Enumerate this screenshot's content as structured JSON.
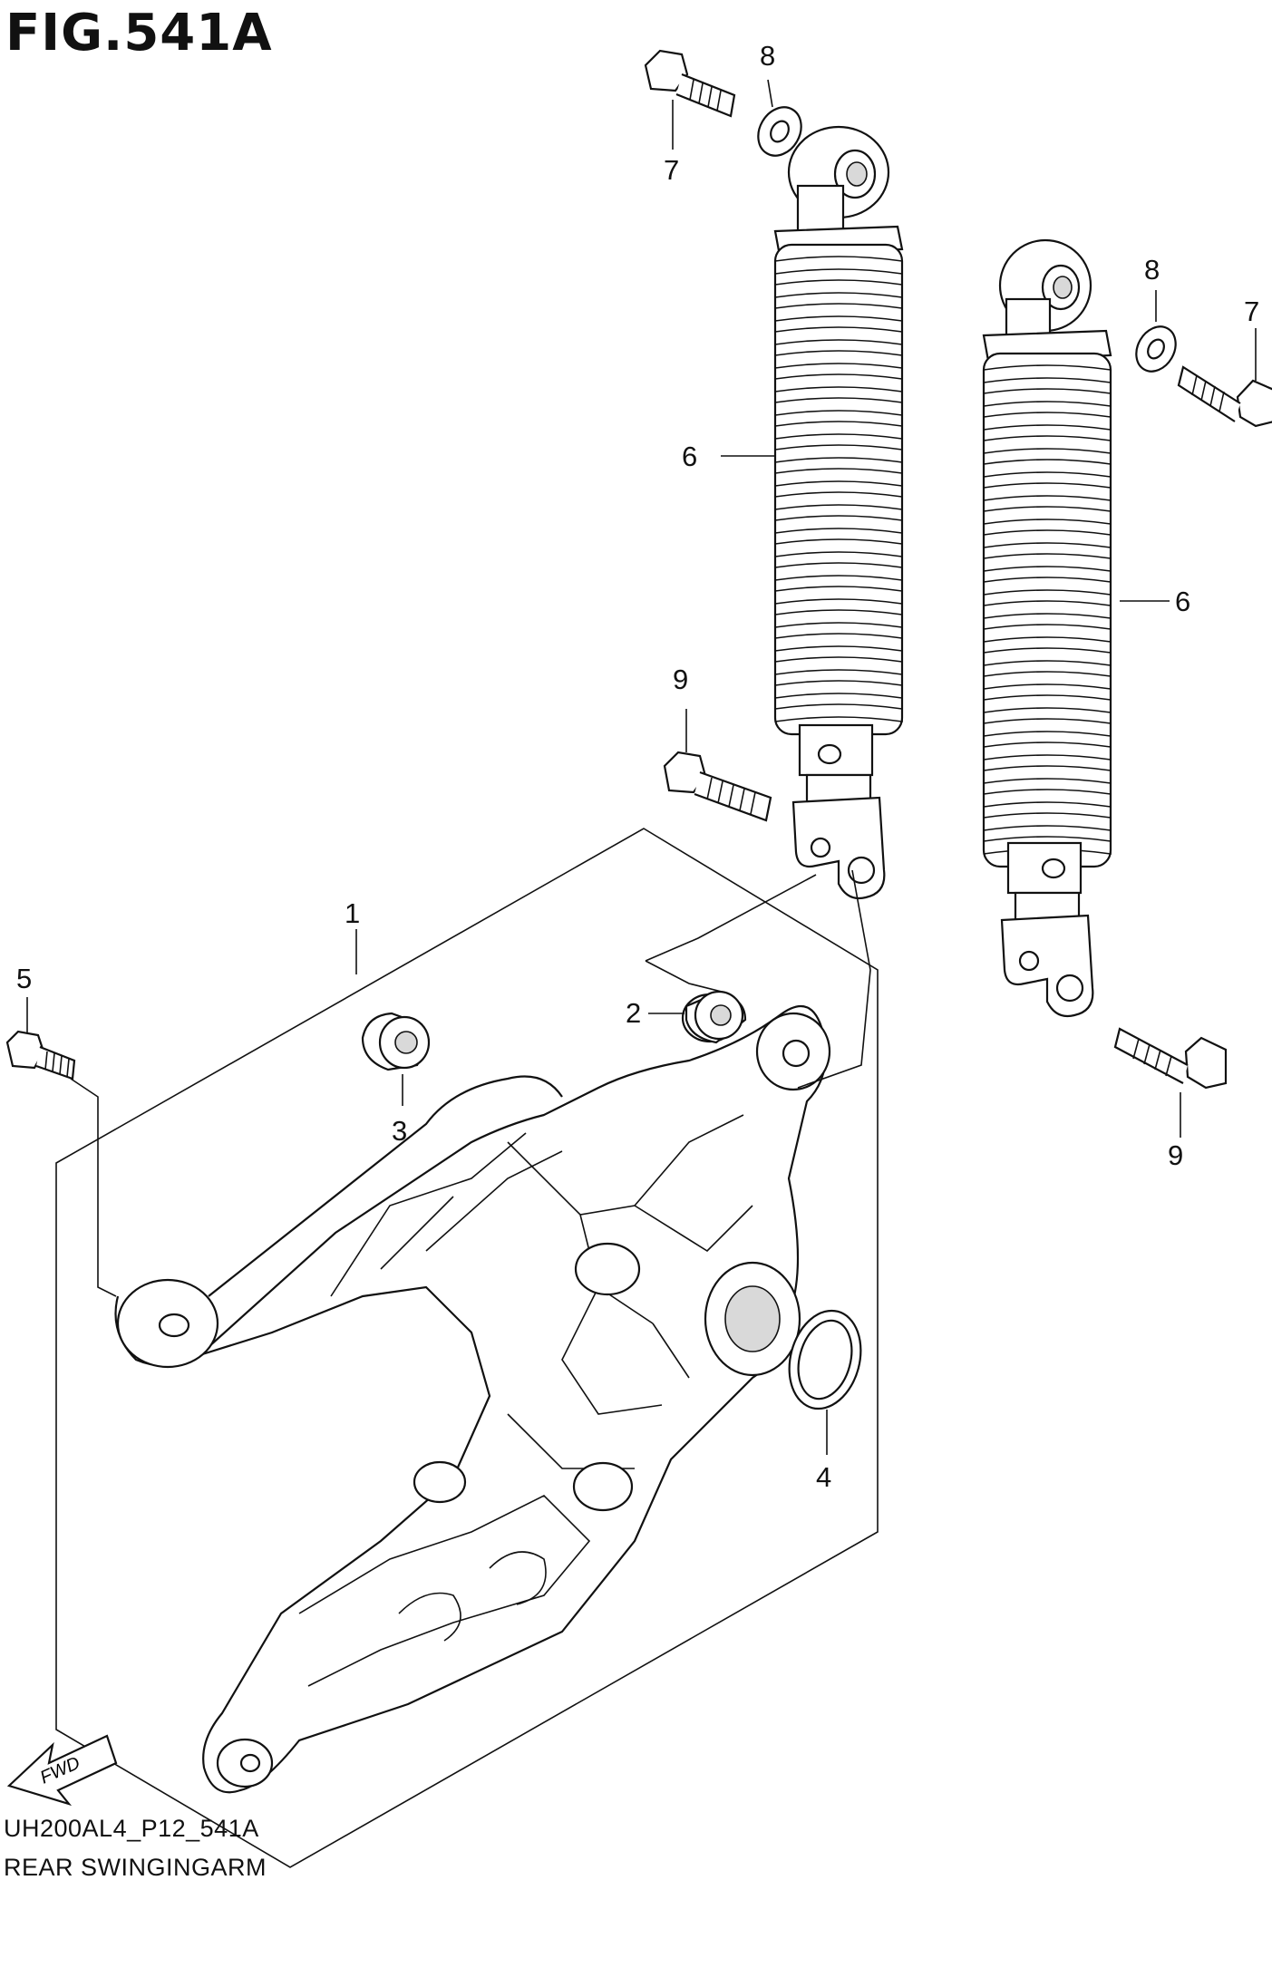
{
  "figure": {
    "title": "FIG.541A",
    "code": "UH200AL4_P12_541A",
    "caption": "REAR SWINGINGARM",
    "direction_label": "FWD"
  },
  "callouts": [
    {
      "id": "c1",
      "label": "1"
    },
    {
      "id": "c2",
      "label": "2"
    },
    {
      "id": "c3",
      "label": "3"
    },
    {
      "id": "c4",
      "label": "4"
    },
    {
      "id": "c5",
      "label": "5"
    },
    {
      "id": "c6a",
      "label": "6"
    },
    {
      "id": "c6b",
      "label": "6"
    },
    {
      "id": "c7a",
      "label": "7"
    },
    {
      "id": "c7b",
      "label": "7"
    },
    {
      "id": "c8a",
      "label": "8"
    },
    {
      "id": "c8b",
      "label": "8"
    },
    {
      "id": "c9a",
      "label": "9"
    },
    {
      "id": "c9b",
      "label": "9"
    }
  ]
}
